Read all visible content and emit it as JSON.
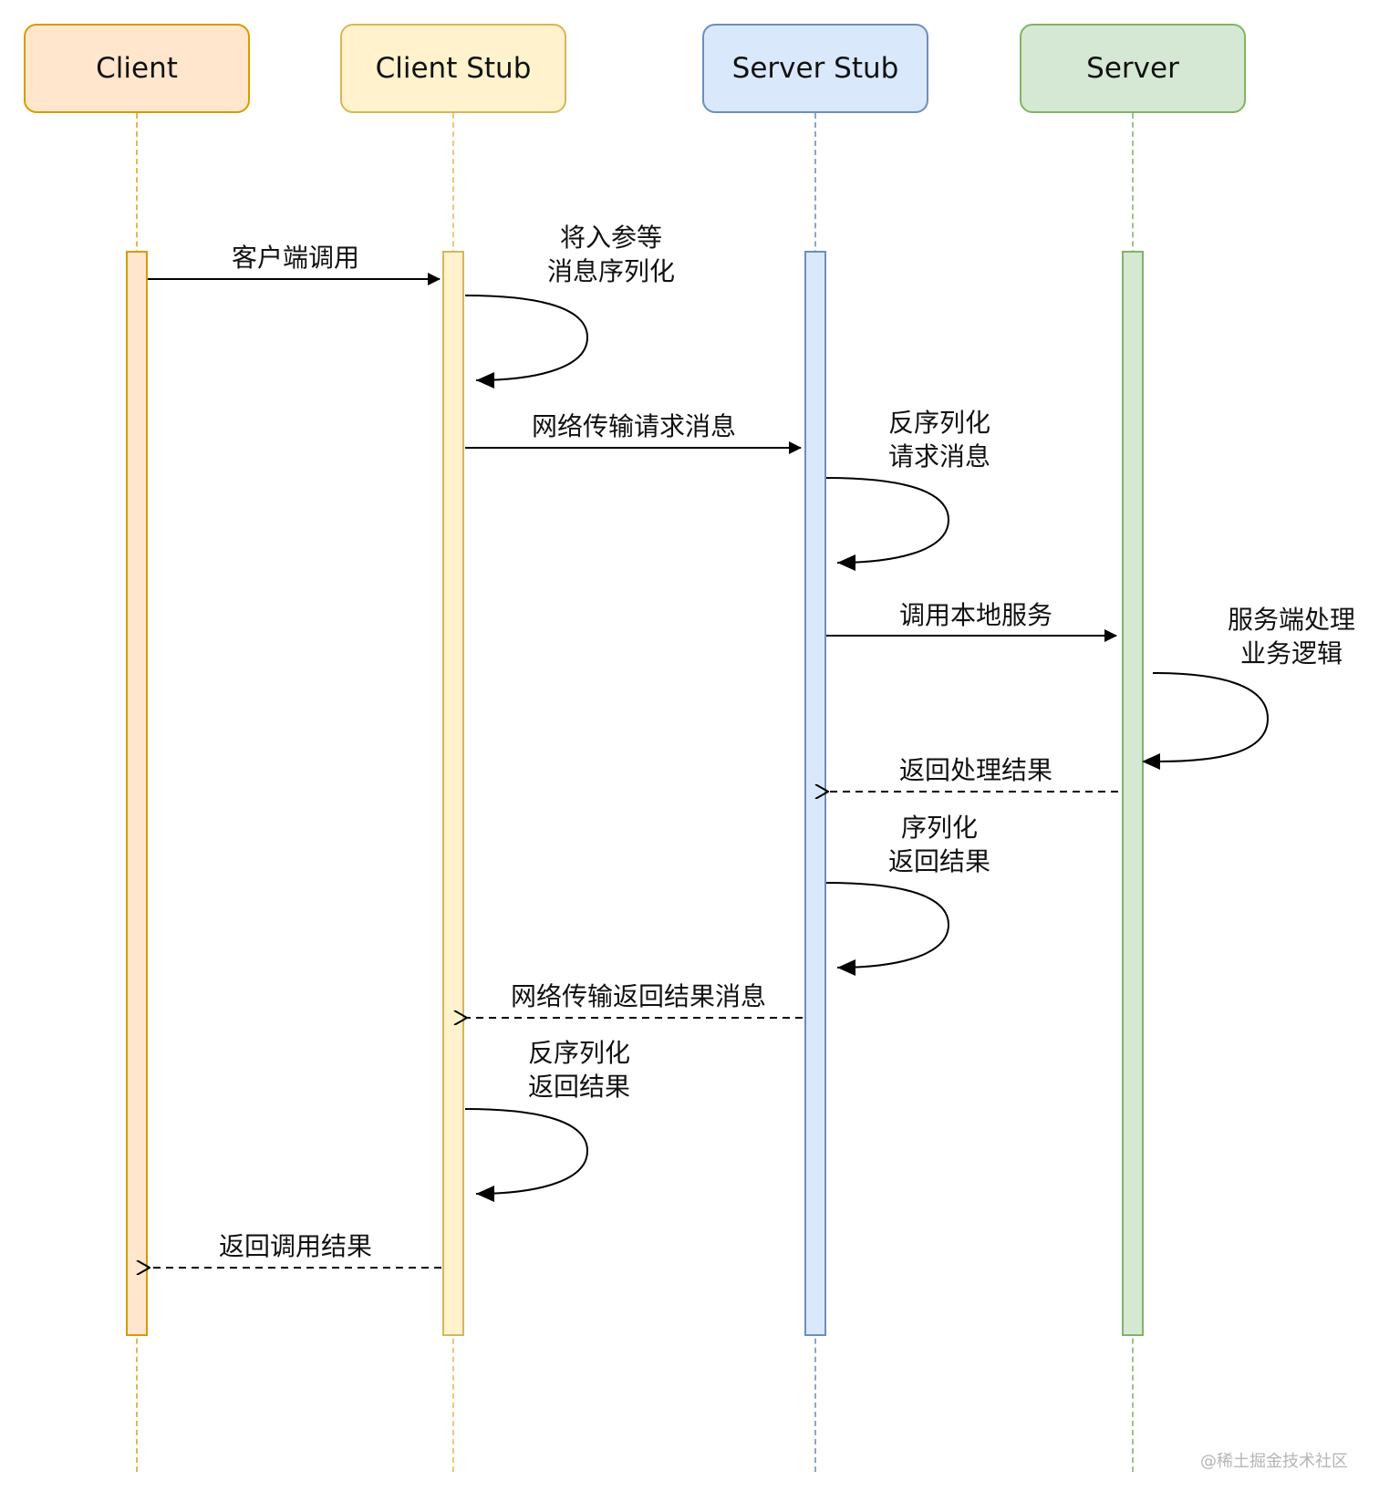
{
  "actors": [
    {
      "name": "Client",
      "fill": "#ffe6cc",
      "stroke": "#d79b00",
      "line": "#e3b45c"
    },
    {
      "name": "Client Stub",
      "fill": "#fff2cc",
      "stroke": "#d6b656",
      "line": "#e6cc7a"
    },
    {
      "name": "Server Stub",
      "fill": "#dae8fc",
      "stroke": "#6c8ebf",
      "line": "#8aa6cf"
    },
    {
      "name": "Server",
      "fill": "#d5e8d4",
      "stroke": "#82b366",
      "line": "#9ac487"
    }
  ],
  "messages": {
    "m1": "客户端调用",
    "s1": [
      "将入参等",
      "消息序列化"
    ],
    "m2": "网络传输请求消息",
    "s2": [
      "反序列化",
      "请求消息"
    ],
    "m3": "调用本地服务",
    "s3": [
      "服务端处理",
      "业务逻辑"
    ],
    "m4": "返回处理结果",
    "s4": [
      "序列化",
      "返回结果"
    ],
    "m5": "网络传输返回结果消息",
    "s5": [
      "反序列化",
      "返回结果"
    ],
    "m6": "返回调用结果"
  },
  "watermark": "@稀土掘金技术社区"
}
